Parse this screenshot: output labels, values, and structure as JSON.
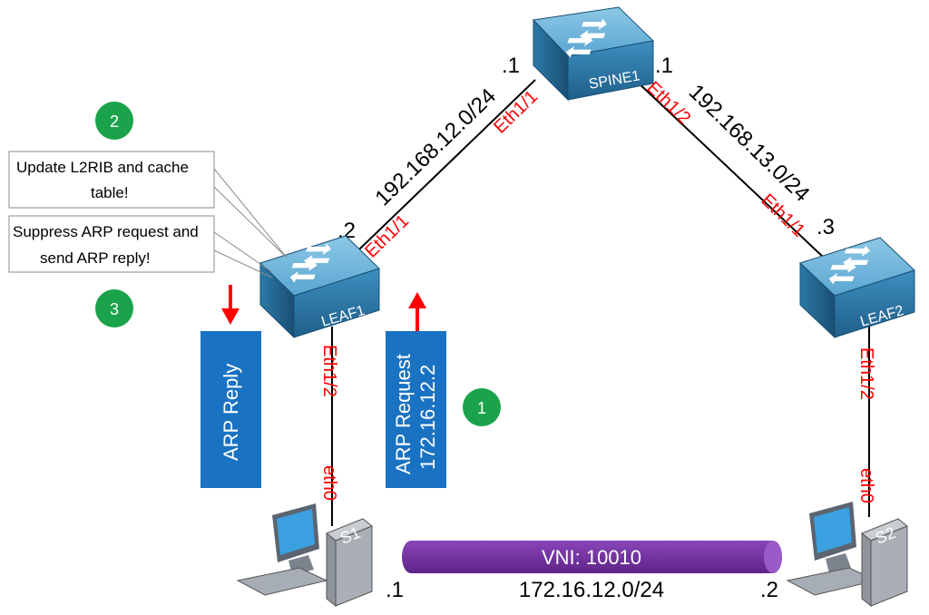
{
  "nodes": {
    "spine": {
      "name": "SPINE1"
    },
    "leaf1": {
      "name": "LEAF1"
    },
    "leaf2": {
      "name": "LEAF2"
    },
    "s1": {
      "name": "S1"
    },
    "s2": {
      "name": "S2"
    }
  },
  "links": {
    "spine_leaf1": {
      "subnet": "192.168.12.0/24",
      "spine_if": "Eth1/1",
      "leaf_if": "Eth1/1",
      "spine_ip": ".1",
      "leaf_ip": ".2"
    },
    "spine_leaf2": {
      "subnet": "192.168.13.0/24",
      "spine_if": "Eth1/2",
      "leaf_if": "Eth1/1",
      "spine_ip": ".1",
      "leaf_ip": ".3"
    },
    "leaf1_s1": {
      "leaf_if": "Eth1/2",
      "host_if": "eth0"
    },
    "leaf2_s2": {
      "leaf_if": "Eth1/2",
      "host_if": "eth0"
    }
  },
  "vni": {
    "label": "VNI: 10010",
    "subnet": "172.16.12.0/24",
    "s1_ip": ".1",
    "s2_ip": ".2"
  },
  "steps": {
    "one": "1",
    "two": "2",
    "three": "3"
  },
  "callouts": {
    "update_line1": "Update L2RIB and cache",
    "update_line2": "table!",
    "suppress_line1": "Suppress ARP request and",
    "suppress_line2": "send ARP reply!"
  },
  "boxes": {
    "arp_reply": "ARP Reply",
    "arp_request_line1": "ARP Request",
    "arp_request_line2": "172.16.12.2"
  },
  "colors": {
    "switch": "#3a8fbf",
    "box": "#1a73c2",
    "vni": "#7030a0",
    "step": "#1aa34a",
    "iface": "#ff0000"
  }
}
